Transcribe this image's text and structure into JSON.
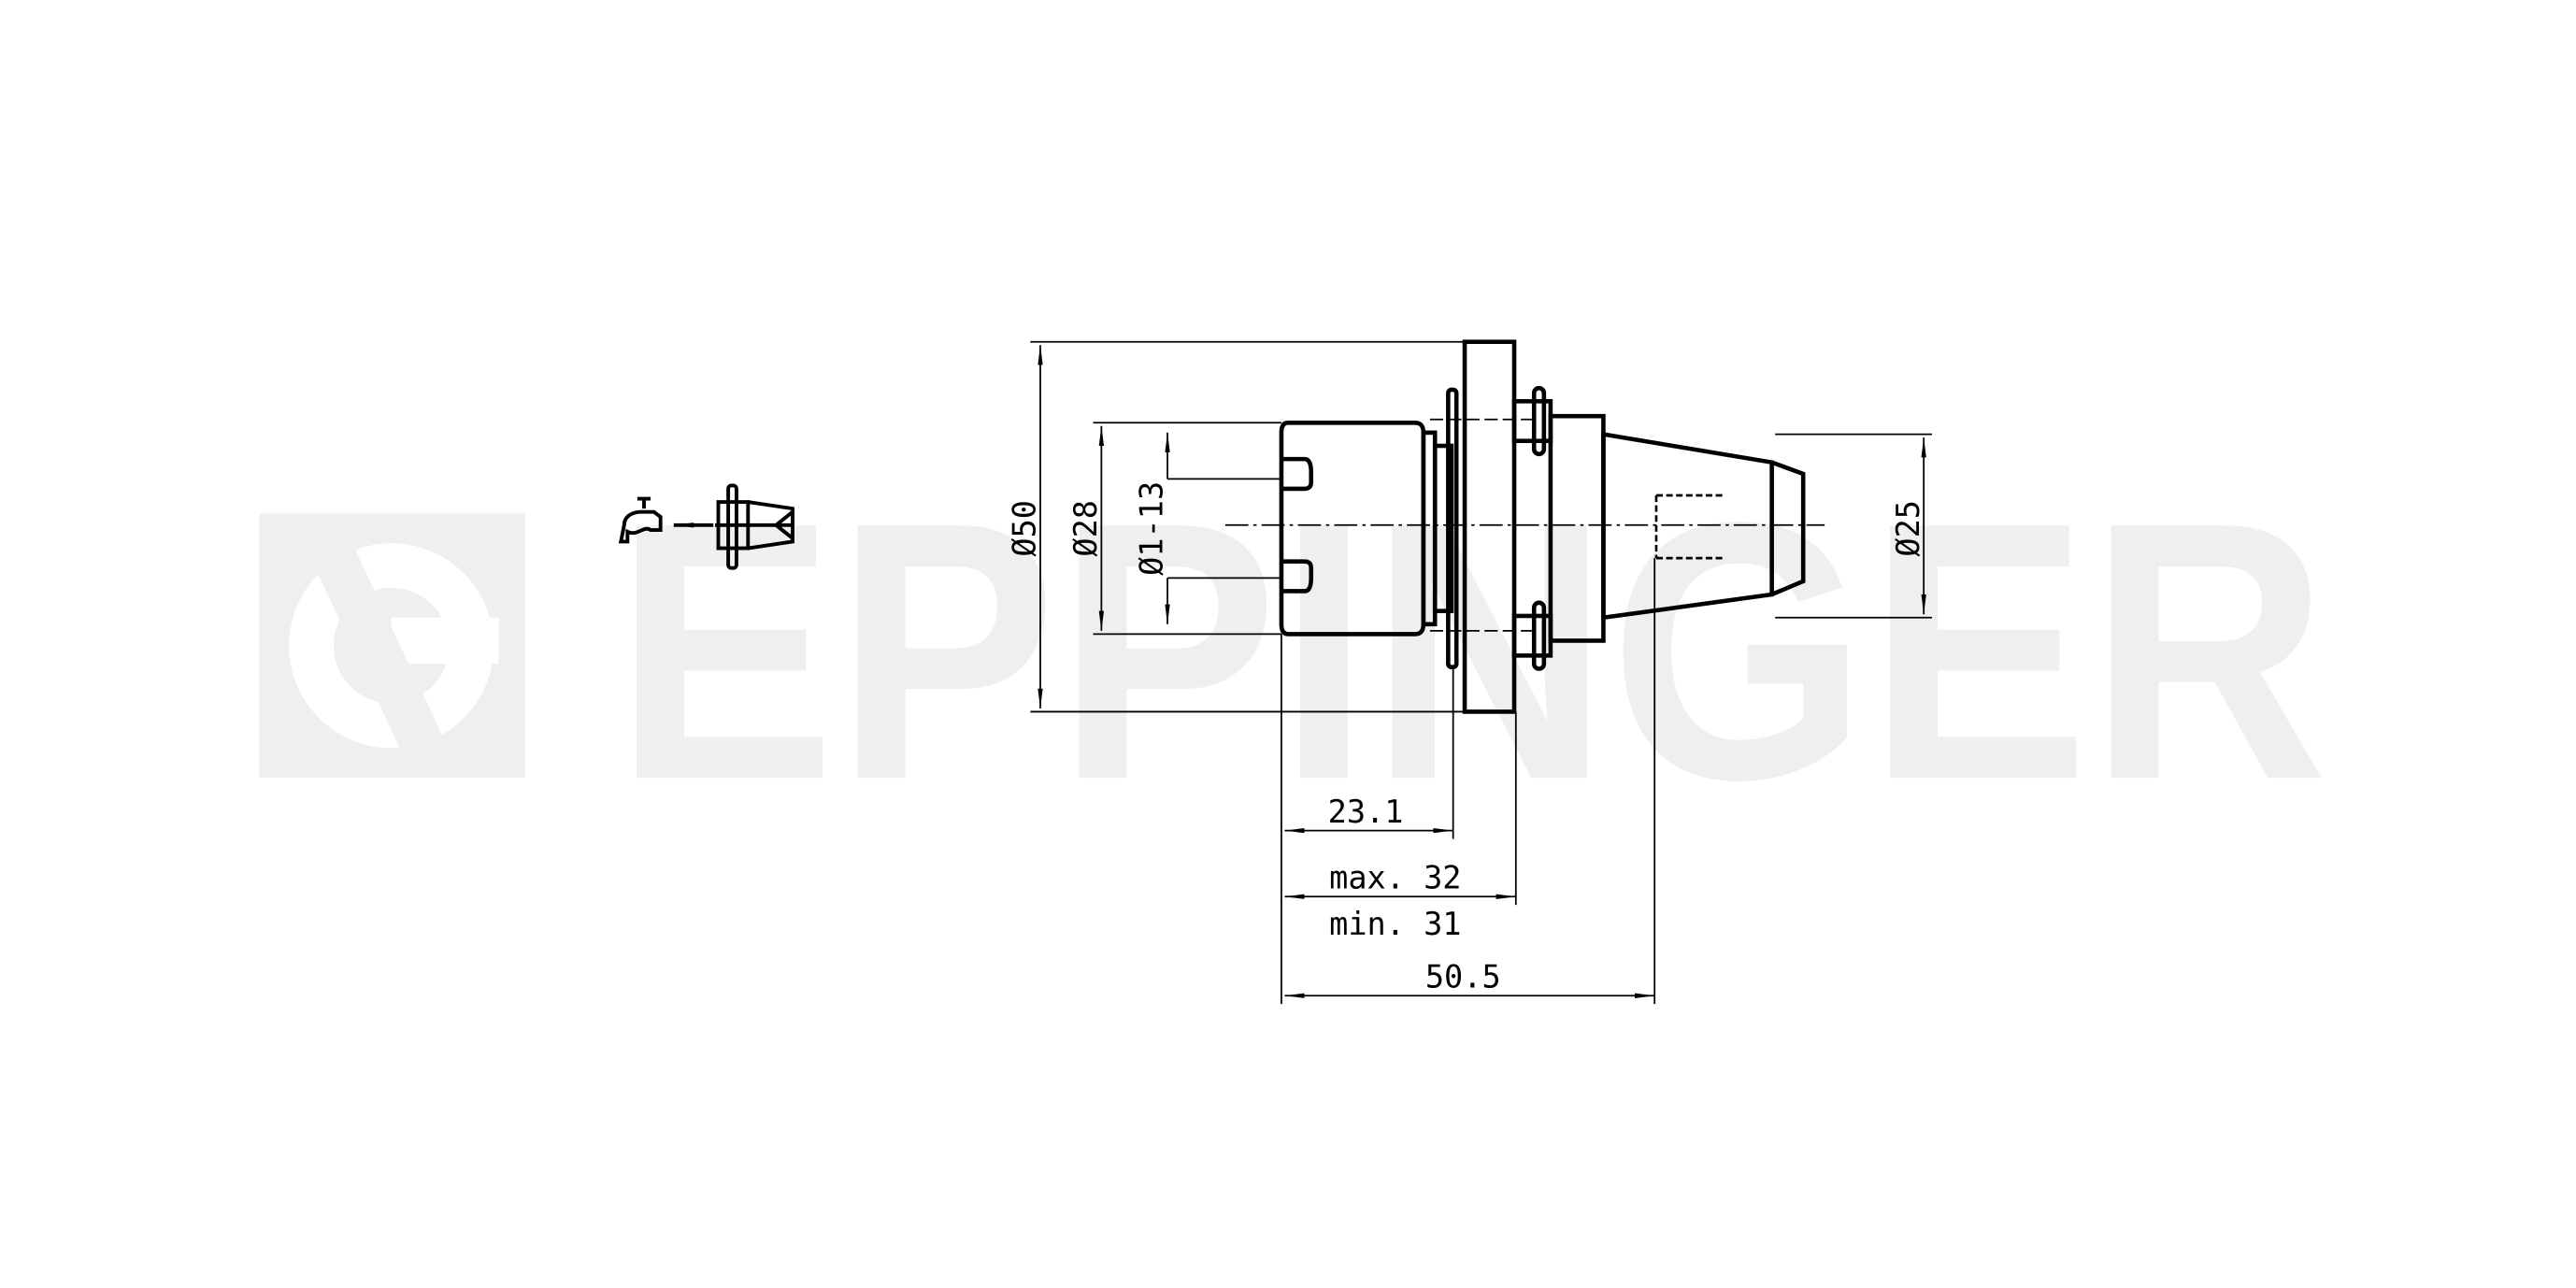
{
  "watermark": {
    "brand": "EPPINGER",
    "color": "#efefef"
  },
  "icons": {
    "coolant": "coolant-faucet-icon",
    "tool_holder": "tool-holder-symbol-icon"
  },
  "dimensions": {
    "d50": "Ø50",
    "d28": "Ø28",
    "d1_13": "Ø1-13",
    "d25": "Ø25",
    "len_23_1": "23.1",
    "len_max": "max. 32",
    "len_min": "min. 31",
    "len_50_5": "50.5"
  },
  "colors": {
    "line": "#000000",
    "background": "#ffffff"
  }
}
